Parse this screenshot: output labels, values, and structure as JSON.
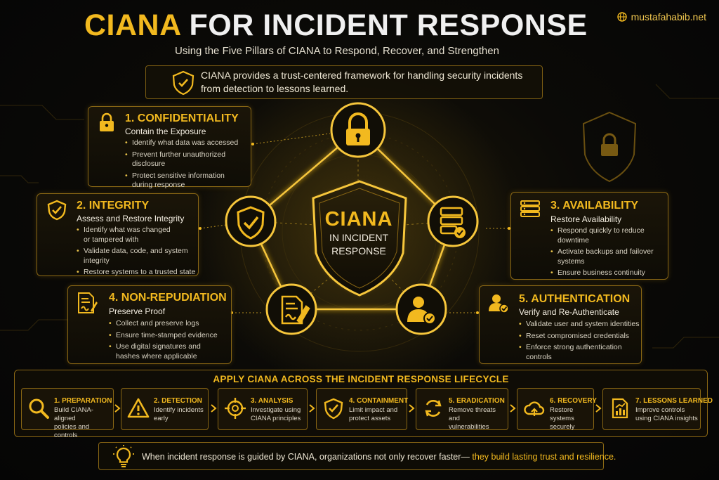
{
  "header": {
    "title_highlight": "CIANA",
    "title_rest": "FOR INCIDENT RESPONSE",
    "subtitle": "Using the Five Pillars of CIANA to Respond, Recover, and Strengthen",
    "site": "mustafahabib.net",
    "intro": "CIANA provides a trust-centered framework for handling security incidents\nfrom detection to lessons learned."
  },
  "center": {
    "label": "CIANA",
    "sublabel": "IN INCIDENT\nRESPONSE"
  },
  "pillars": [
    {
      "title": "1. CONFIDENTIALITY",
      "subtitle": "Contain the Exposure",
      "icon": "lock-icon",
      "items": [
        "Identify what data was accessed",
        "Prevent further unauthorized\ndisclosure",
        "Protect sensitive information\nduring response"
      ]
    },
    {
      "title": "2. INTEGRITY",
      "subtitle": "Assess and Restore Integrity",
      "icon": "shield-check-icon",
      "items": [
        "Identify what was changed\nor tampered with",
        "Validate data, code, and system\nintegrity",
        "Restore systems to a trusted state"
      ]
    },
    {
      "title": "3. AVAILABILITY",
      "subtitle": "Restore Availability",
      "icon": "server-icon",
      "items": [
        "Respond quickly to reduce\ndowntime",
        "Activate backups and failover\nsystems",
        "Ensure business continuity"
      ]
    },
    {
      "title": "4. NON-REPUDIATION",
      "subtitle": "Preserve Proof",
      "icon": "signed-document-icon",
      "items": [
        "Collect and preserve logs",
        "Ensure time-stamped evidence",
        "Use digital signatures and\nhashes where applicable"
      ]
    },
    {
      "title": "5. AUTHENTICATION",
      "subtitle": "Verify and Re-Authenticate",
      "icon": "user-check-icon",
      "items": [
        "Validate user and system identities",
        "Reset compromised credentials",
        "Enforce strong authentication\ncontrols"
      ]
    }
  ],
  "lifecycle": {
    "title": "APPLY CIANA ACROSS THE INCIDENT RESPONSE LIFECYCLE",
    "steps": [
      {
        "name": "1. PREPARATION",
        "desc": "Build CIANA-aligned\npolicies and controls",
        "icon": "magnifier-icon"
      },
      {
        "name": "2. DETECTION",
        "desc": "Identify incidents\nearly",
        "icon": "warning-icon"
      },
      {
        "name": "3. ANALYSIS",
        "desc": "Investigate using\nCIANA principles",
        "icon": "crosshair-icon"
      },
      {
        "name": "4. CONTAINMENT",
        "desc": "Limit impact and\nprotect assets",
        "icon": "shield-check-icon"
      },
      {
        "name": "5. ERADICATION",
        "desc": "Remove threats and\nvulnerabilities",
        "icon": "refresh-icon"
      },
      {
        "name": "6. RECOVERY",
        "desc": "Restore systems\nsecurely",
        "icon": "cloud-restore-icon"
      },
      {
        "name": "7. LESSONS LEARNED",
        "desc": "Improve controls\nusing CIANA insights",
        "icon": "report-chart-icon"
      }
    ]
  },
  "footer": {
    "text": "When incident response is guided by CIANA, organizations not only recover faster—",
    "highlight": " they build lasting trust and resilience."
  },
  "colors": {
    "accent": "#f2b91f",
    "background": "#0b0a07",
    "border": "#8a6714"
  }
}
